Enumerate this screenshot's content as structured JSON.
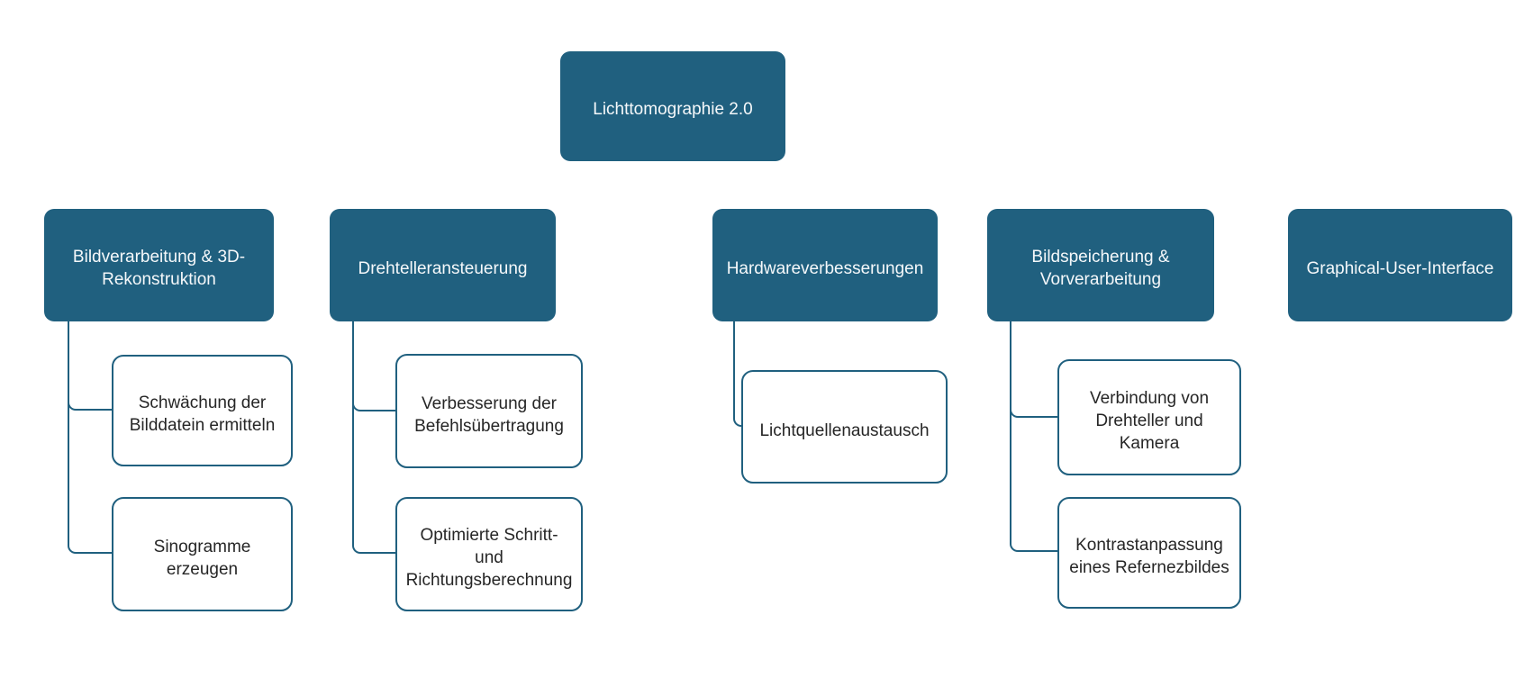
{
  "diagram": {
    "type": "hierarchy-smartart",
    "colors": {
      "node_fill": "#20607F",
      "node_text": "#F5F8FA",
      "leaf_fill": "#FFFFFF",
      "leaf_border": "#20607F",
      "leaf_text": "#262626",
      "connector": "#20607F",
      "background": "#FFFFFF"
    },
    "root": {
      "label": "Lichttomographie 2.0"
    },
    "branches": [
      {
        "label": "Bildverarbeitung & 3D-\nRekonstruktion",
        "children": [
          "Schwächung der\nBilddatein ermitteln",
          "Sinogramme\nerzeugen"
        ]
      },
      {
        "label": "Drehtelleransteuerung",
        "children": [
          "Verbesserung der\nBefehlsübertragung",
          "Optimierte Schritt-\nund\nRichtungsberechnung"
        ]
      },
      {
        "label": "Hardwareverbesserungen",
        "children": [
          "Lichtquellenaustausch"
        ]
      },
      {
        "label": "Bildspeicherung &\nVorverarbeitung",
        "children": [
          "Verbindung von\nDrehteller und\nKamera",
          "Kontrastanpassung\neines Refernezbildes"
        ]
      },
      {
        "label": "Graphical-User-Interface",
        "children": []
      }
    ]
  }
}
